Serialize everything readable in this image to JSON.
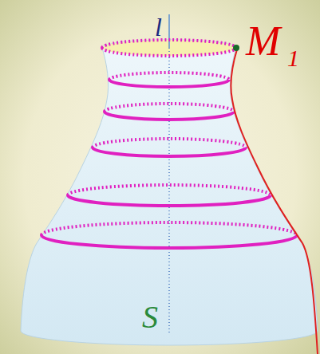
{
  "diagram": {
    "labels": [
      "l",
      "M",
      "1",
      "S"
    ]
  }
}
